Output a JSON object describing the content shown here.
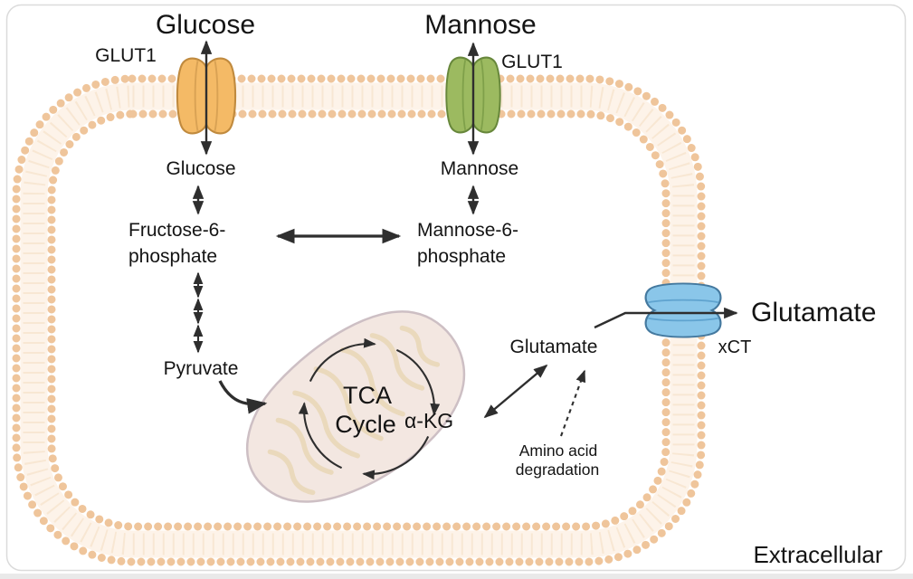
{
  "labels": {
    "glucose_ext": "Glucose",
    "mannose_ext": "Mannose",
    "glut1_left": "GLUT1",
    "glut1_right": "GLUT1",
    "glucose_in": "Glucose",
    "mannose_in": "Mannose",
    "f6p_1": "Fructose-6-",
    "f6p_2": "phosphate",
    "m6p_1": "Mannose-6-",
    "m6p_2": "phosphate",
    "pyruvate": "Pyruvate",
    "tca_1": "TCA",
    "tca_2": "Cycle",
    "akg": "α-KG",
    "glutamate_in": "Glutamate",
    "glutamate_ext": "Glutamate",
    "xct": "xCT",
    "amino_1": "Amino acid",
    "amino_2": "degradation",
    "extracellular": "Extracellular"
  },
  "colors": {
    "membrane_bead": "#EFC59B",
    "membrane_tail_band": "#FDF3E9",
    "membrane_tail_tick": "#F8E7D3",
    "glut1_glucose_fill": "#F4BA66",
    "glut1_mannose_fill": "#9CBA60",
    "xct_fill": "#8AC6E9",
    "mitochondrion_fill": "#F3E7E1",
    "cristae": "#EAD9BC",
    "arrow": "#2E2E2E"
  }
}
